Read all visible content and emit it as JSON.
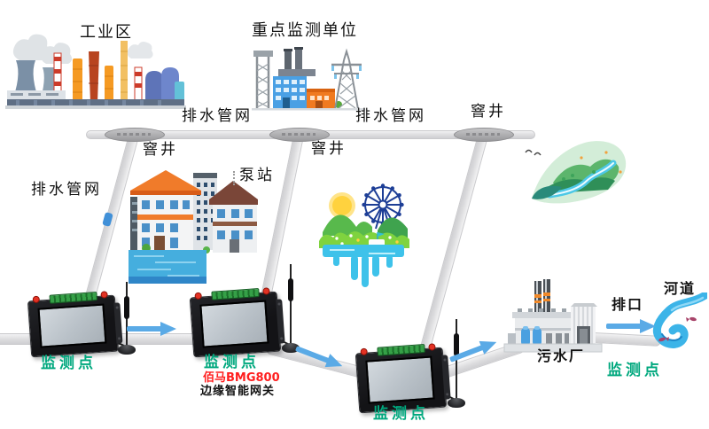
{
  "labels": {
    "industrial_zone": "工业区",
    "key_monitoring_unit": "重点监测单位",
    "pipe_network_top_left": "排水管网",
    "pipe_network_top_right": "排水管网",
    "pipe_network_left": "排水管网",
    "manhole_left": "窨井",
    "manhole_middle": "窨井",
    "manhole_right": "窨井",
    "pump_station": "泵站",
    "sewage_plant": "污水厂",
    "outlet": "排口",
    "river": "河道"
  },
  "monitoring_points": [
    {
      "label": "监测点"
    },
    {
      "label": "监测点"
    },
    {
      "label": "监测点"
    },
    {
      "label": "监测点"
    }
  ],
  "gateway": {
    "model": "佰马BMG800",
    "name": "边缘智能网关"
  },
  "colors": {
    "monitor_point_green": "#00A87E",
    "gateway_model_red": "#FF1E1E",
    "flow_arrow_blue": "#5AAAE6",
    "pipe_gray": "#E0E0E2",
    "label_black": "#111111"
  },
  "icons": {
    "industrial_zone": "factory-illustration",
    "key_unit": "building-and-power-tower-illustration",
    "city": "city-buildings-illustration",
    "park": "park-ferris-wheel-illustration",
    "landscape": "green-leaf-landscape-illustration",
    "sewage_plant": "sewage-plant-illustration",
    "river": "river-swirl-illustration",
    "device": "bmg800-gateway-device",
    "antenna": "antenna-icon",
    "manhole": "manhole-cover-icon",
    "arrow": "flow-arrow-icon",
    "birds": "birds-icon"
  }
}
